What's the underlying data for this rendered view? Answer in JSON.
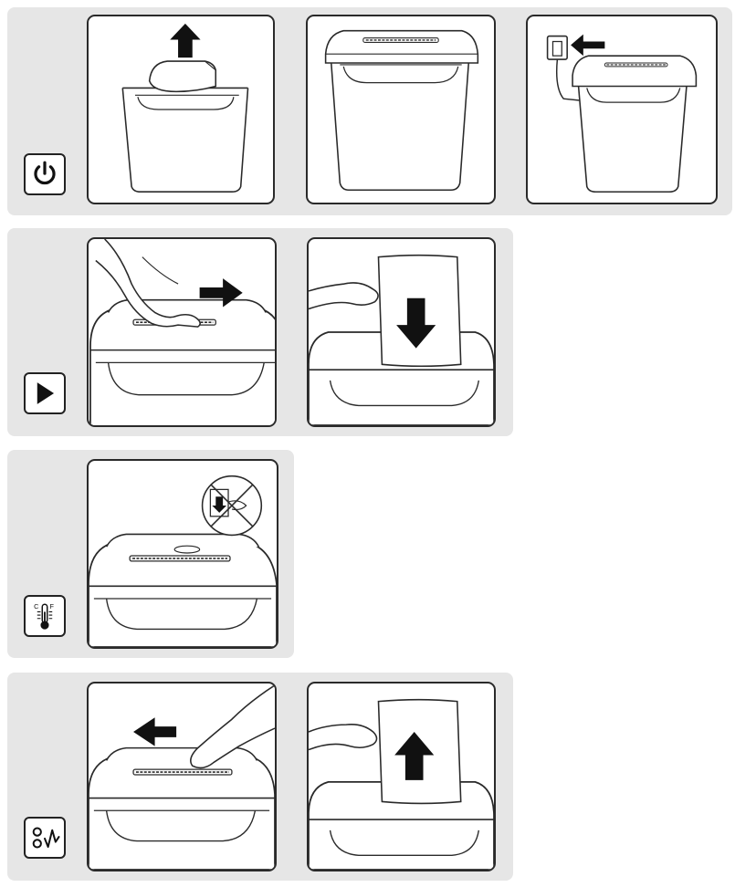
{
  "sections": [
    {
      "icon": "power-icon",
      "panels": [
        "lift-cutting-head",
        "place-cutting-head-on-bin",
        "plug-into-wall-socket"
      ]
    },
    {
      "icon": "play-icon",
      "panels": [
        "slide-switch-to-auto",
        "insert-paper-downward"
      ]
    },
    {
      "icon": "thermometer-icon",
      "panels": [
        "overheat-do-not-insert-paper"
      ],
      "thermo_labels": [
        "C",
        "F"
      ]
    },
    {
      "icon": "reverse-icon",
      "panels": [
        "slide-switch-to-reverse",
        "withdraw-paper-upward"
      ]
    }
  ],
  "colors": {
    "band": "#e6e6e6",
    "line": "#2a2a2a",
    "panel": "#ffffff"
  }
}
